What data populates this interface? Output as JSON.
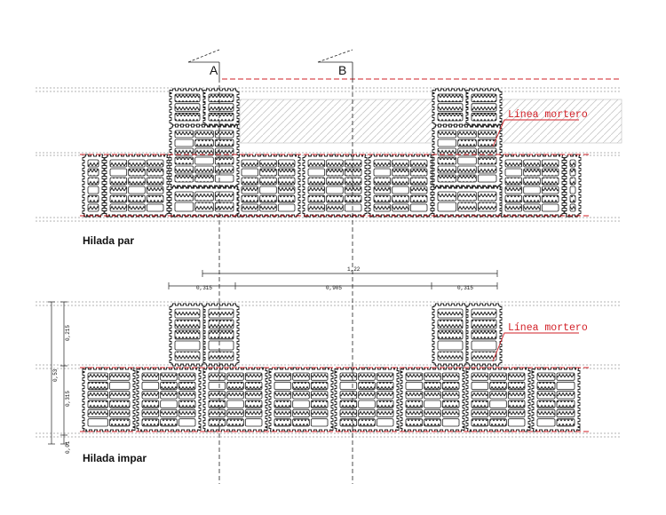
{
  "sections": {
    "a": "A",
    "b": "B"
  },
  "callouts": {
    "top": "Línea mortero",
    "bottom": "Línea mortero"
  },
  "rows": {
    "even": "Hilada par",
    "odd": "Hilada impar"
  },
  "dims": {
    "total": "1,22",
    "left": "0,315",
    "middle": "0,905",
    "right": "0,315",
    "v_total": "0,53",
    "v_upper": "0,215",
    "v_lower": "0,315",
    "v_base": "0,01"
  },
  "colors": {
    "mortar_line": "#d21f26",
    "line": "#222222",
    "guide": "#9a9a9a"
  }
}
